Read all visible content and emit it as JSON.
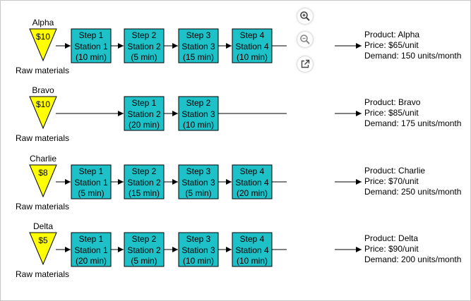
{
  "products": [
    {
      "name": "Alpha",
      "price_tag": "$10",
      "raw_label": "Raw materials",
      "steps": [
        {
          "slot": 0,
          "step": "Step 1",
          "station": "Station 1",
          "time": "(10 min)"
        },
        {
          "slot": 1,
          "step": "Step 2",
          "station": "Station 2",
          "time": "(5 min)"
        },
        {
          "slot": 2,
          "step": "Step 3",
          "station": "Station 3",
          "time": "(15 min)"
        },
        {
          "slot": 3,
          "step": "Step 4",
          "station": "Station 4",
          "time": "(10 min)"
        }
      ],
      "info": [
        "Product: Alpha",
        "Price: $65/unit",
        "Demand: 150 units/month"
      ]
    },
    {
      "name": "Bravo",
      "price_tag": "$10",
      "raw_label": "Raw materials",
      "steps": [
        {
          "slot": 1,
          "step": "Step 1",
          "station": "Station 2",
          "time": "(20 min)"
        },
        {
          "slot": 2,
          "step": "Step 2",
          "station": "Station 3",
          "time": "(10 min)"
        }
      ],
      "info": [
        "Product: Bravo",
        "Price: $85/unit",
        "Demand: 175 units/month"
      ]
    },
    {
      "name": "Charlie",
      "price_tag": "$8",
      "raw_label": "Raw materials",
      "steps": [
        {
          "slot": 0,
          "step": "Step 1",
          "station": "Station 1",
          "time": "(5 min)"
        },
        {
          "slot": 1,
          "step": "Step 2",
          "station": "Station 2",
          "time": "(15 min)"
        },
        {
          "slot": 2,
          "step": "Step 3",
          "station": "Station 3",
          "time": "(5 min)"
        },
        {
          "slot": 3,
          "step": "Step 4",
          "station": "Station 4",
          "time": "(20 min)"
        }
      ],
      "info": [
        "Product: Charlie",
        "Price: $70/unit",
        "Demand: 250 units/month"
      ]
    },
    {
      "name": "Delta",
      "price_tag": "$5",
      "raw_label": "Raw materials",
      "steps": [
        {
          "slot": 0,
          "step": "Step 1",
          "station": "Station 1",
          "time": "(20 min)"
        },
        {
          "slot": 1,
          "step": "Step 2",
          "station": "Station 2",
          "time": "(5 min)"
        },
        {
          "slot": 2,
          "step": "Step 3",
          "station": "Station 3",
          "time": "(10 min)"
        },
        {
          "slot": 3,
          "step": "Step 4",
          "station": "Station 4",
          "time": "(10 min)"
        }
      ],
      "info": [
        "Product: Delta",
        "Price: $90/unit",
        "Demand: 200 units/month"
      ]
    }
  ],
  "colors": {
    "step_fill": "#1ec1c8",
    "raw_fill": "#ffff00",
    "stroke": "#000000"
  },
  "toolbar": {
    "zoom_in_icon": "zoom-in-icon",
    "zoom_out_icon": "zoom-out-icon",
    "open_external_icon": "open-external-icon"
  }
}
